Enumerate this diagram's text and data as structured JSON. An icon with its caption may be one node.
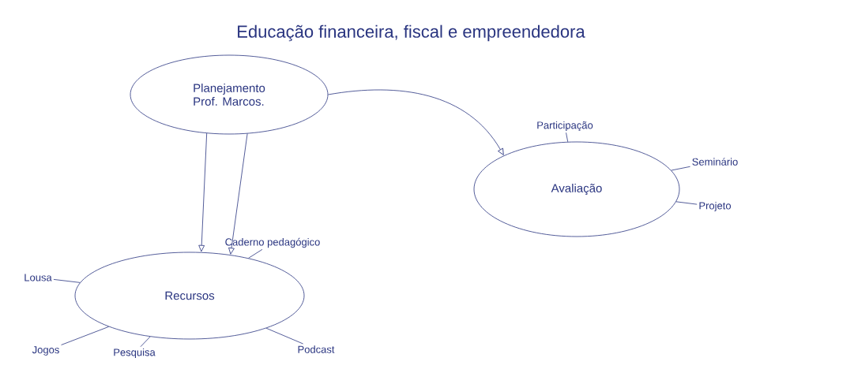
{
  "diagram": {
    "title": "Educação financeira, fiscal e empreendedora",
    "nodes": [
      {
        "text": [
          "Planejamento",
          "Prof. Marcos."
        ]
      },
      {
        "text": [
          "Recursos"
        ]
      },
      {
        "text": [
          "Avaliação"
        ]
      },
      {
        "text": [
          "Participação"
        ]
      },
      {
        "text": [
          "Seminário"
        ]
      },
      {
        "text": [
          "Projeto"
        ]
      },
      {
        "text": [
          "Caderno pedagógico"
        ]
      },
      {
        "text": [
          "Lousa"
        ]
      },
      {
        "text": [
          "Jogos"
        ]
      },
      {
        "text": [
          "Pesquisa"
        ]
      },
      {
        "text": [
          "Podcast"
        ]
      }
    ],
    "edges": [
      {
        "from": 0,
        "to": 1,
        "arrow": "to"
      },
      {
        "from": 0,
        "to": 1,
        "arrow": "to"
      },
      {
        "from": 0,
        "to": 2,
        "arrow": "to"
      },
      {
        "from": 3,
        "to": 2,
        "arrow": "none"
      },
      {
        "from": 4,
        "to": 2,
        "arrow": "none"
      },
      {
        "from": 5,
        "to": 2,
        "arrow": "none"
      },
      {
        "from": 6,
        "to": 1,
        "arrow": "none"
      },
      {
        "from": 7,
        "to": 1,
        "arrow": "none"
      },
      {
        "from": 8,
        "to": 1,
        "arrow": "none"
      },
      {
        "from": 9,
        "to": 1,
        "arrow": "none"
      },
      {
        "from": 10,
        "to": 1,
        "arrow": "none"
      }
    ]
  }
}
